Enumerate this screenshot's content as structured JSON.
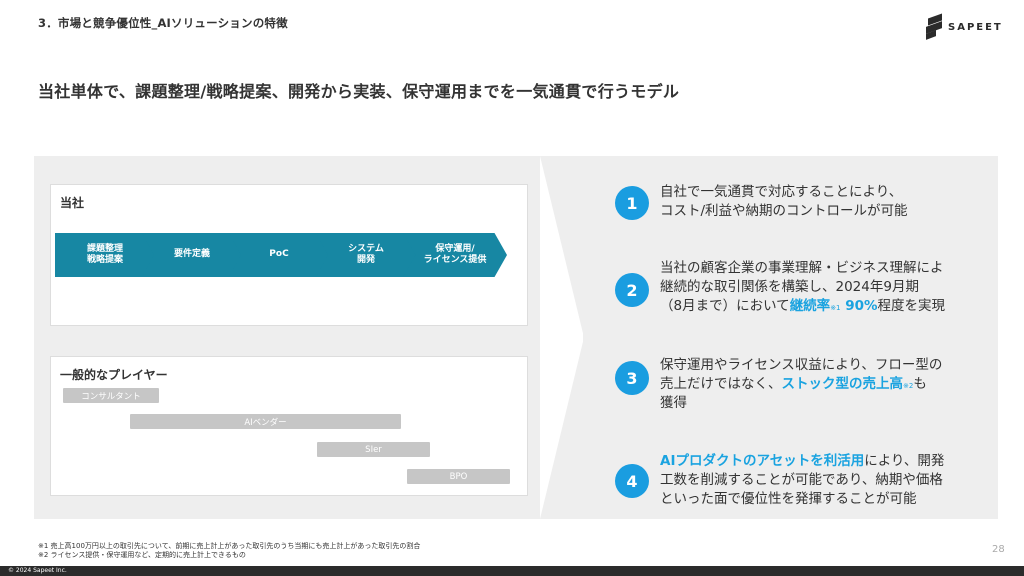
{
  "header": {
    "breadcrumb": "3．市場と競争優位性_AIソリューションの特徴",
    "logo_text": "SAPEET"
  },
  "headline": "当社単体で、課題整理/戦略提案、開発から実装、保守運用までを一気通貫で行うモデル",
  "company": {
    "title": "当社",
    "steps": [
      {
        "line1": "課題整理",
        "line2": "戦略提案"
      },
      {
        "line1": "要件定義",
        "line2": ""
      },
      {
        "line1": "PoC",
        "line2": ""
      },
      {
        "line1": "システム",
        "line2": "開発"
      },
      {
        "line1": "保守運用/",
        "line2": "ライセンス提供"
      }
    ]
  },
  "general": {
    "title": "一般的なプレイヤー",
    "players": [
      "コンサルタント",
      "AIベンダー",
      "SIer",
      "BPO"
    ]
  },
  "points": [
    {
      "num": "1",
      "lines": [
        "自社で一気通貫で対応することにより、",
        "コスト/利益や納期のコントロールが可能"
      ]
    },
    {
      "num": "2",
      "a": "当社の顧客企業の事業理解・ビジネス理解によ",
      "b": "継続的な取引関係を構築し、2024年9月期",
      "c": "（8月まで）において",
      "hl1": "継続率",
      "sup1": "※1",
      "hl2": " 90%",
      "d": "程度を実現"
    },
    {
      "num": "3",
      "a": "保守運用やライセンス収益により、フロー型の",
      "b": "売上だけではなく、",
      "hl": "ストック型の売上高",
      "sup": "※2",
      "c": "も",
      "d": "獲得"
    },
    {
      "num": "4",
      "hl": "AIプロダクトのアセットを利活用",
      "a": "により、開発",
      "b": "工数を削減することが可能であり、納期や価格",
      "c": "といった面で優位性を発揮することが可能"
    }
  ],
  "footnotes": [
    "※1 売上高100万円以上の取引先について、前期に売上計上があった取引先のうち当期にも売上計上があった取引先の割合",
    "※2 ライセンス提供・保守運用など、定期的に売上計上できるもの"
  ],
  "page_number": "28",
  "copyright": "© 2024 Sapeet Inc.",
  "colors": {
    "accent": "#1a9de0",
    "chevron": "#1787a3",
    "bar": "#c6c6c6",
    "panel": "#eeeeee"
  }
}
